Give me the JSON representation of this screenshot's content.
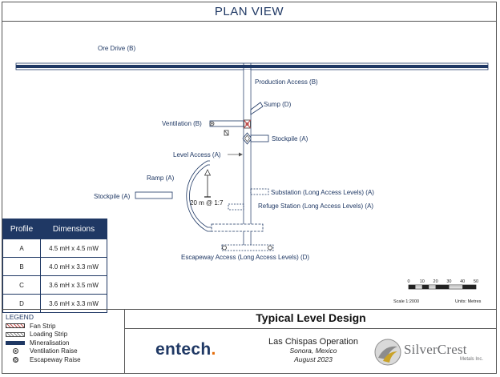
{
  "header": {
    "title": "PLAN VIEW"
  },
  "labels": {
    "ore_drive": "Ore Drive (B)",
    "production_access": "Production Access (B)",
    "sump": "Sump (D)",
    "ventilation": "Ventilation (B)",
    "stockpile_right": "Stockpile (A)",
    "level_access": "Level Access (A)",
    "ramp": "Ramp (A)",
    "stockpile_left": "Stockpile (A)",
    "substation": "Substation (Long Access Levels) (A)",
    "refuge": "Refuge Station (Long Access Levels) (A)",
    "grade": "20 m @ 1:7",
    "escapeway": "Escapeway Access (Long Access Levels) (D)"
  },
  "dimensions_table": {
    "headers": [
      "Profile",
      "Dimensions"
    ],
    "rows": [
      {
        "profile": "A",
        "dims": "4.5 mH x 4.5 mW"
      },
      {
        "profile": "B",
        "dims": "4.0 mH x 3.3 mW"
      },
      {
        "profile": "C",
        "dims": "3.6 mH x 3.5 mW"
      },
      {
        "profile": "D",
        "dims": "3.6 mH x 3.3 mW"
      }
    ]
  },
  "scale_bar": {
    "ticks": [
      "0",
      "10",
      "20",
      "30",
      "40",
      "50"
    ],
    "scale": "Scale 1:2000",
    "units": "Units: Metres"
  },
  "legend": {
    "title": "LEGEND",
    "items": [
      {
        "label": "Fan Strip",
        "icon": "fan-strip-swatch"
      },
      {
        "label": "Loading Strip",
        "icon": "loading-strip-swatch"
      },
      {
        "label": "Mineralisation",
        "icon": "mineralisation-swatch"
      },
      {
        "label": "Ventilation Raise",
        "icon": "ventilation-raise-icon"
      },
      {
        "label": "Escapeway Raise",
        "icon": "escapeway-raise-icon"
      }
    ]
  },
  "footer": {
    "design_title": "Typical Level Design",
    "entech_main": "entech",
    "entech_dot": ".",
    "operation": "Las Chispas Operation",
    "location": "Sonora, Mexico",
    "date": "August 2023",
    "silvercrest": "SilverCrest",
    "silvercrest_sub": "Metals Inc."
  },
  "colors": {
    "navy": "#1f3864",
    "fan_red": "#c0504d",
    "entech_orange": "#e46c0a",
    "logo_gray": "#6d6e71"
  }
}
